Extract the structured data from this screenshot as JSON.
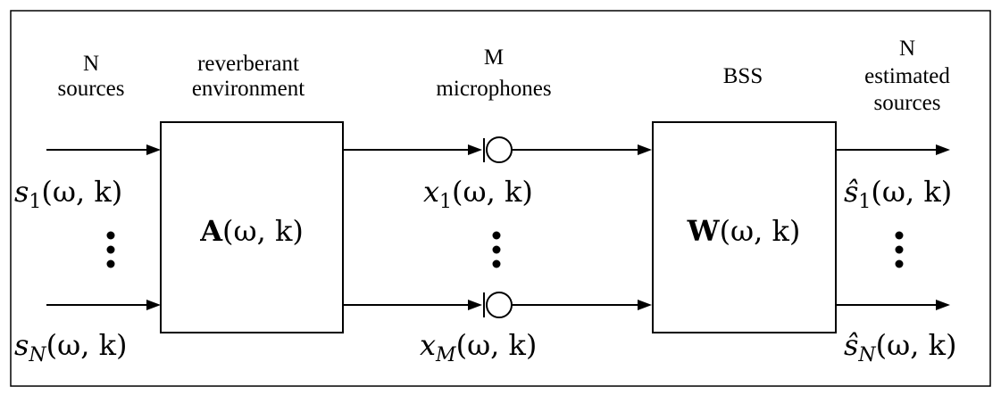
{
  "headers": {
    "sources": [
      "N",
      "sources"
    ],
    "environment": [
      "reverberant",
      "environment"
    ],
    "microphones": [
      "M",
      "microphones"
    ],
    "bss": [
      "BSS"
    ],
    "estimated": [
      "N",
      "estimated",
      "sources"
    ]
  },
  "boxes": {
    "mixing": {
      "symbol": "A",
      "args": "(ω, k)"
    },
    "demixing": {
      "symbol": "W",
      "args": "(ω, k)"
    }
  },
  "signals": {
    "source_first": {
      "base": "s",
      "sub": "1",
      "args": "(ω, k)"
    },
    "source_last": {
      "base": "s",
      "sub": "N",
      "args": "(ω, k)"
    },
    "mic_first": {
      "base": "x",
      "sub": "1",
      "args": "(ω, k)"
    },
    "mic_last": {
      "base": "x",
      "sub": "M",
      "args": "(ω, k)"
    },
    "est_first": {
      "base": "ŝ",
      "sub": "1",
      "args": "(ω, k)"
    },
    "est_last": {
      "base": "ŝ",
      "sub": "N",
      "args": "(ω, k)"
    }
  }
}
